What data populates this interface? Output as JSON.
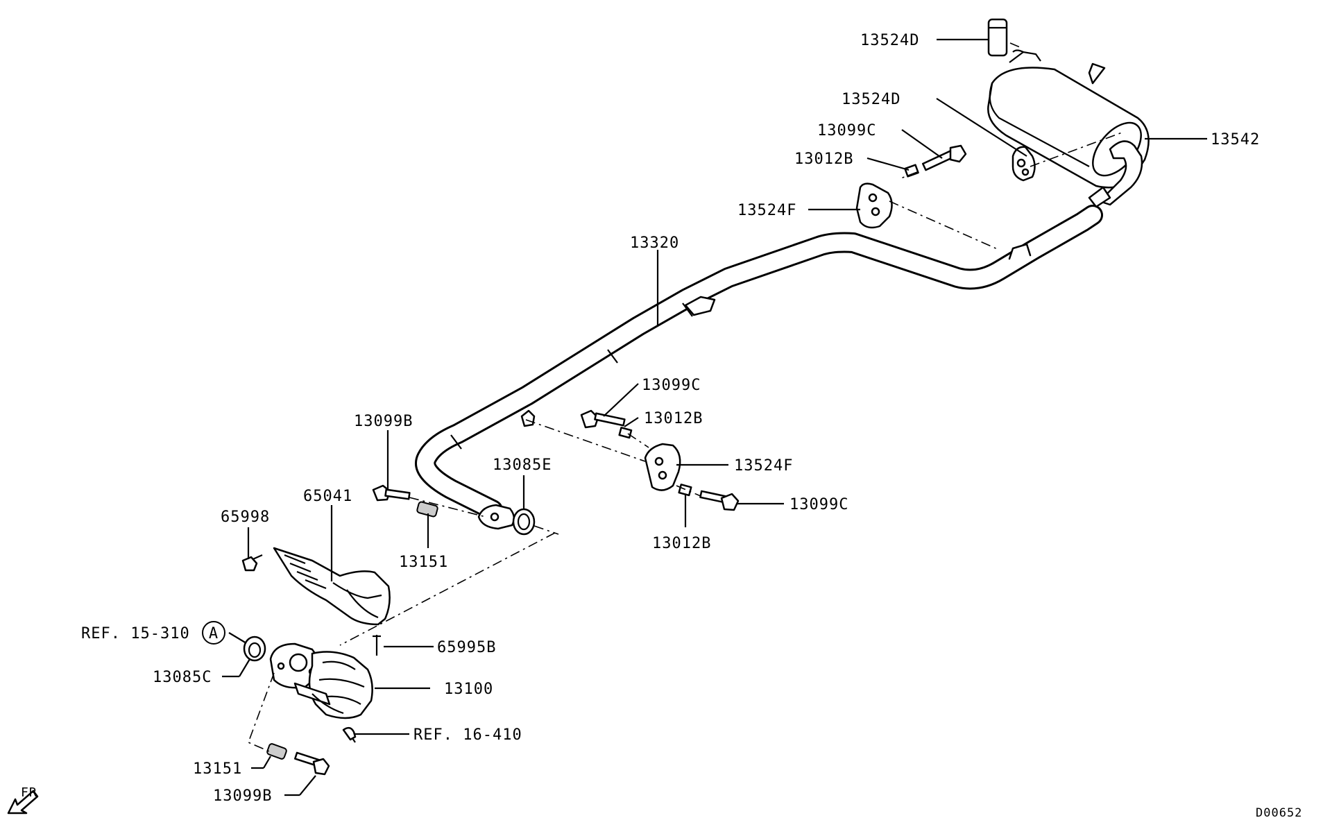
{
  "labels": {
    "l_13524D_top": "13524D",
    "l_13524D_mid": "13524D",
    "l_13099C_top": "13099C",
    "l_13012B_top": "13012B",
    "l_13524F_top": "13524F",
    "l_13542": "13542",
    "l_13320": "13320",
    "l_13099C_mid": "13099C",
    "l_13012B_mid": "13012B",
    "l_13524F_mid": "13524F",
    "l_13099C_low": "13099C",
    "l_13012B_low": "13012B",
    "l_13085E": "13085E",
    "l_13099B_top": "13099B",
    "l_13151_top": "13151",
    "l_65041": "65041",
    "l_65998": "65998",
    "l_ref15": "REF. 15-310",
    "l_ref15_marker": "A",
    "l_65995B": "65995B",
    "l_13085C": "13085C",
    "l_13100": "13100",
    "l_ref16": "REF. 16-410",
    "l_13151_bot": "13151",
    "l_13099B_bot": "13099B",
    "l_fr": "FR",
    "l_code": "D00652"
  }
}
